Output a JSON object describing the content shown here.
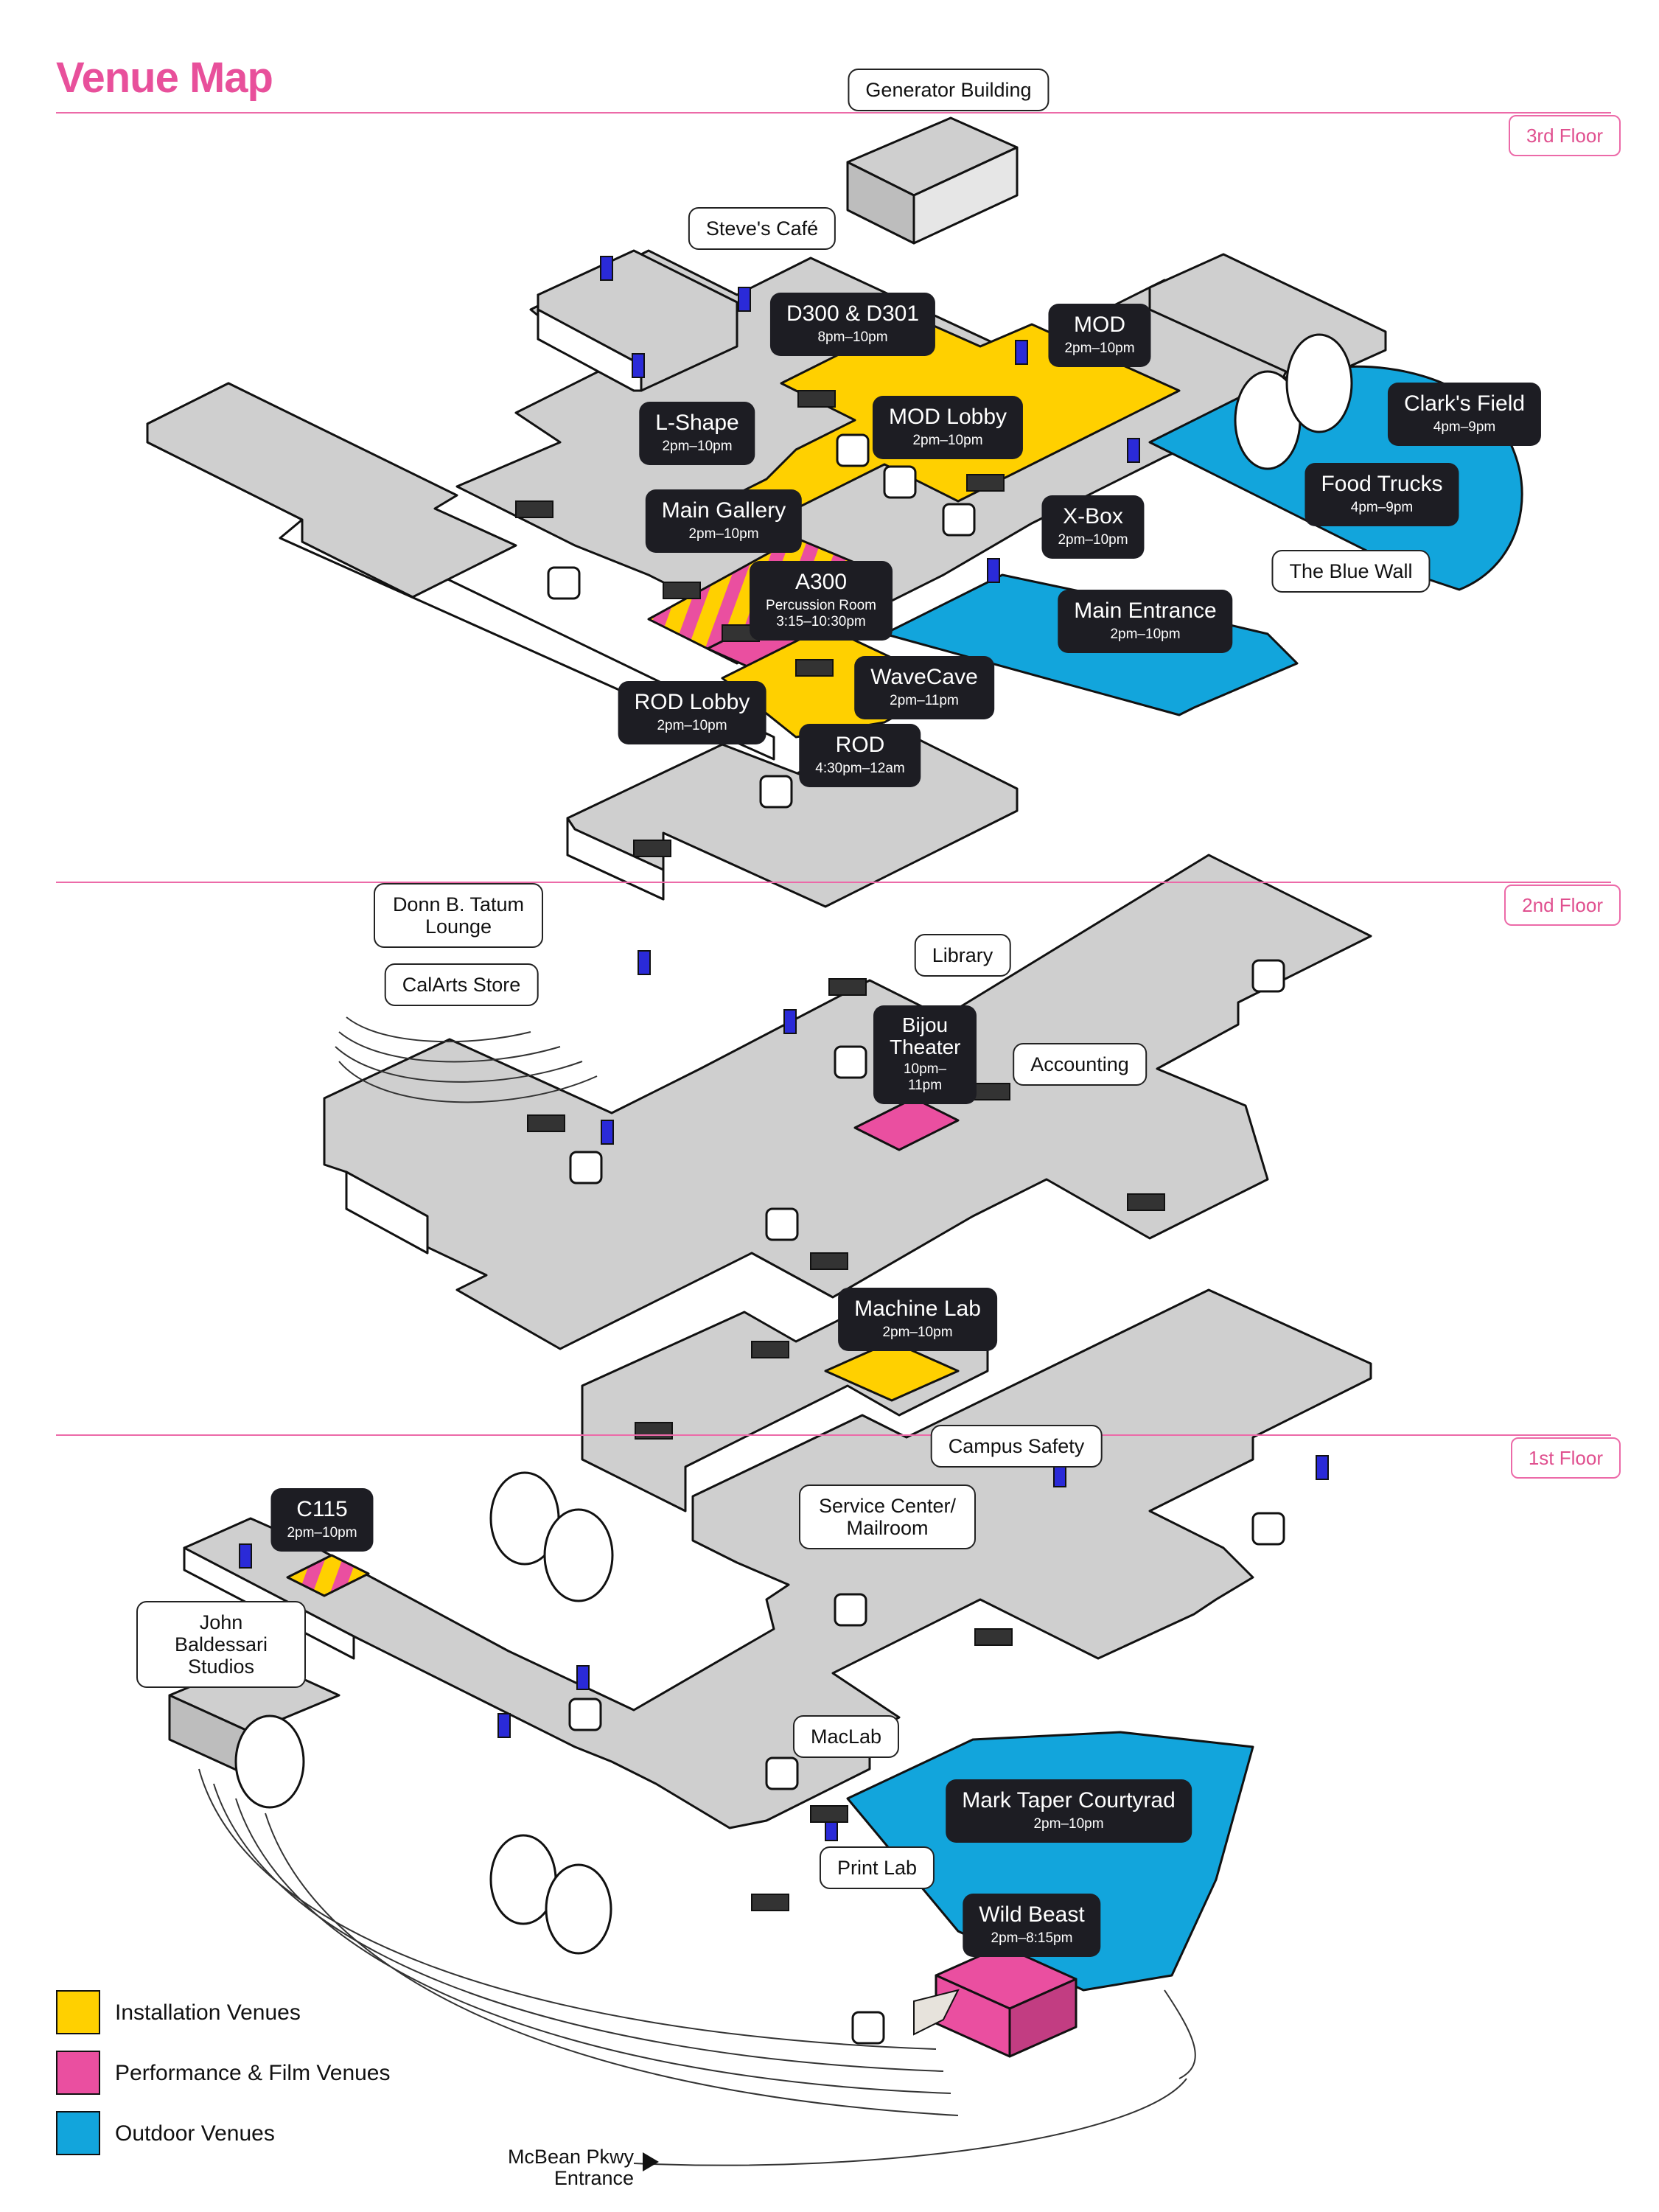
{
  "title": "Venue Map",
  "floors": [
    {
      "label": "3rd Floor"
    },
    {
      "label": "2nd Floor"
    },
    {
      "label": "1st Floor"
    }
  ],
  "colors": {
    "installation": "#ffd000",
    "performance": "#ea4fa0",
    "outdoor": "#12a5dc",
    "floor_gray": "#cfcfcf",
    "wall_white": "#ffffff",
    "outline": "#111111",
    "accent_pink": "#ec6aa8",
    "door_blue": "#2a2ad8",
    "label_dark": "#1d1d23"
  },
  "venues": [
    {
      "name": "D300 & D301",
      "time": "8pm–10pm",
      "category": "installation"
    },
    {
      "name": "MOD",
      "time": "2pm–10pm",
      "category": "installation"
    },
    {
      "name": "L-Shape",
      "time": "2pm–10pm",
      "category": "installation"
    },
    {
      "name": "MOD Lobby",
      "time": "2pm–10pm",
      "category": "installation"
    },
    {
      "name": "Clark's Field",
      "time": "4pm–9pm",
      "category": "outdoor"
    },
    {
      "name": "Food Trucks",
      "time": "4pm–9pm",
      "category": "outdoor"
    },
    {
      "name": "Main Gallery",
      "time": "2pm–10pm",
      "category": "installation"
    },
    {
      "name": "X-Box",
      "time": "2pm–10pm",
      "category": "installation"
    },
    {
      "name": "A300",
      "sub": "Percussion Room",
      "time": "3:15–10:30pm",
      "category": "performance"
    },
    {
      "name": "Main Entrance",
      "time": "2pm–10pm",
      "category": "outdoor"
    },
    {
      "name": "WaveCave",
      "time": "2pm–11pm",
      "category": "installation"
    },
    {
      "name": "ROD Lobby",
      "time": "2pm–10pm",
      "category": "installation"
    },
    {
      "name": "ROD",
      "time": "4:30pm–12am",
      "category": "performance"
    },
    {
      "name": "Bijou Theater",
      "time": "10pm–11pm",
      "category": "performance"
    },
    {
      "name": "Machine Lab",
      "time": "2pm–10pm",
      "category": "installation"
    },
    {
      "name": "C115",
      "time": "2pm–10pm",
      "category": "installation"
    },
    {
      "name": "Mark Taper Courtyrad",
      "time": "2pm–10pm",
      "category": "outdoor"
    },
    {
      "name": "Wild Beast",
      "time": "2pm–8:15pm",
      "category": "performance"
    }
  ],
  "places": {
    "generator": "Generator Building",
    "steves": "Steve's Café",
    "bluewall": "The Blue Wall",
    "donn": "Donn B. Tatum Lounge",
    "store": "CalArts Store",
    "library": "Library",
    "accounting": "Accounting",
    "campus_safety": "Campus Safety",
    "service": "Service Center/ Mailroom",
    "baldessari": "John Baldessari Studios",
    "maclab": "MacLab",
    "printlab": "Print Lab"
  },
  "legend": [
    {
      "label": "Installation Venues",
      "color": "#ffd000"
    },
    {
      "label": "Performance & Film Venues",
      "color": "#ea4fa0"
    },
    {
      "label": "Outdoor Venues",
      "color": "#12a5dc"
    }
  ],
  "entrance": {
    "line1": "McBean Pkwy",
    "line2": "Entrance"
  },
  "icons": [
    "restroom-icon",
    "stairs-icon",
    "elevator-icon",
    "door-icon",
    "tree-icon",
    "arrow-icon"
  ]
}
